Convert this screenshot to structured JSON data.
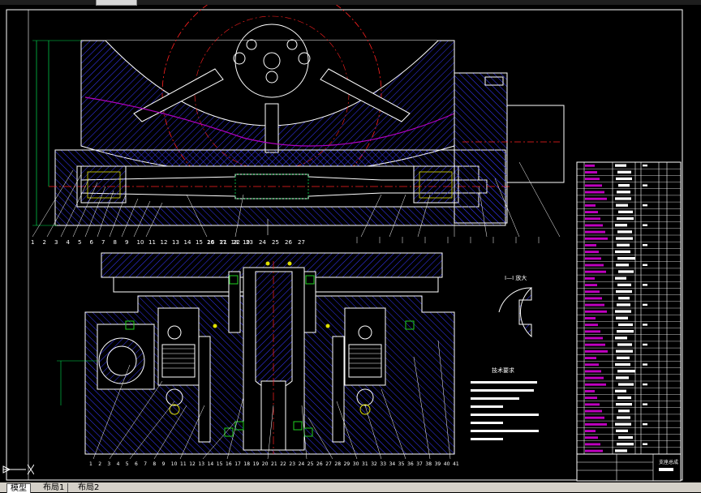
{
  "window": {
    "top_tab_label": ""
  },
  "layout_tabs": [
    {
      "label": "模型",
      "active": true
    },
    {
      "label": "布局1",
      "active": false
    },
    {
      "label": "布局2",
      "active": false
    }
  ],
  "colors": {
    "background": "#000000",
    "outline": "#ffffff",
    "hatch": "#3838ff",
    "centerline": "#ff2020",
    "dimension": "#00e050",
    "profile": "#b000c0",
    "parts_list_bar": "#c000c0",
    "bolt_accent": "#e0e000",
    "seal_accent": "#20d020"
  },
  "part_numbers_top": [
    "1",
    "2",
    "3",
    "4",
    "5",
    "6",
    "7",
    "8",
    "9",
    "10",
    "11",
    "12",
    "13",
    "14",
    "15",
    "16",
    "17",
    "18",
    "19",
    "20",
    "21",
    "22",
    "23",
    "24",
    "25",
    "26",
    "27"
  ],
  "part_numbers_bottom": [
    "1",
    "2",
    "3",
    "4",
    "5",
    "6",
    "7",
    "8",
    "9",
    "10",
    "11",
    "12",
    "13",
    "14",
    "15",
    "16",
    "17",
    "18",
    "19",
    "20",
    "21",
    "22",
    "23",
    "24",
    "25",
    "26",
    "27",
    "28",
    "29",
    "30",
    "31",
    "32",
    "33",
    "34",
    "35",
    "36",
    "37",
    "38",
    "39",
    "40",
    "41"
  ],
  "tech_requirements": {
    "title": "技术要求",
    "line_count": 8
  },
  "parts_table": {
    "row_count": 44,
    "title_block_name": "支座总成"
  },
  "section_labels": {
    "detail_mark": "I—I 放大"
  }
}
